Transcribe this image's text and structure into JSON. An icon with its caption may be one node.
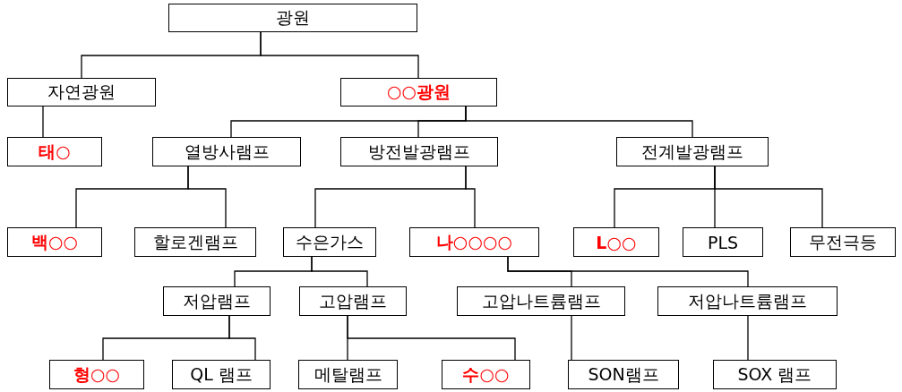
{
  "diagram": {
    "nodes": [
      {
        "text": [
          "광원"
        ]
      },
      {
        "text": [
          "자연광원"
        ]
      },
      {
        "text": [
          "○○광원"
        ]
      },
      {
        "text": [
          "태○"
        ]
      },
      {
        "text": [
          "열방사램프"
        ]
      },
      {
        "text": [
          "방전발광램프"
        ]
      },
      {
        "text": [
          "전계발광램프"
        ]
      },
      {
        "text": [
          "백○○"
        ]
      },
      {
        "text": [
          "할로겐램프"
        ]
      },
      {
        "text": [
          "수은가스"
        ]
      },
      {
        "text": [
          "나○○○○"
        ]
      },
      {
        "text": [
          "L○○"
        ]
      },
      {
        "text": [
          "PLS"
        ]
      },
      {
        "text": [
          "무전극등"
        ]
      },
      {
        "text": [
          "저압램프"
        ]
      },
      {
        "text": [
          "고압램프"
        ]
      },
      {
        "text": [
          "고압나트륨램프"
        ]
      },
      {
        "text": [
          "저압나트륨램프"
        ]
      },
      {
        "text": [
          "형○○"
        ]
      },
      {
        "text": [
          "QL 램프"
        ]
      },
      {
        "text": [
          "메탈램프"
        ]
      },
      {
        "text": [
          "수○○"
        ]
      },
      {
        "text": [
          "SON램프"
        ]
      },
      {
        "text": [
          "SOX 램프"
        ]
      }
    ],
    "edges": [
      {
        "from": 0,
        "to": 1,
        "arrow": "none"
      },
      {
        "from": 0,
        "to": 2,
        "arrow": "none"
      },
      {
        "from": 1,
        "to": 3,
        "arrow": "none"
      },
      {
        "from": 2,
        "to": 4,
        "arrow": "none"
      },
      {
        "from": 2,
        "to": 5,
        "arrow": "none"
      },
      {
        "from": 2,
        "to": 6,
        "arrow": "none"
      },
      {
        "from": 4,
        "to": 7,
        "arrow": "none"
      },
      {
        "from": 4,
        "to": 8,
        "arrow": "none"
      },
      {
        "from": 5,
        "to": 9,
        "arrow": "none"
      },
      {
        "from": 5,
        "to": 10,
        "arrow": "none"
      },
      {
        "from": 6,
        "to": 11,
        "arrow": "none"
      },
      {
        "from": 6,
        "to": 12,
        "arrow": "none"
      },
      {
        "from": 6,
        "to": 13,
        "arrow": "none"
      },
      {
        "from": 9,
        "to": 14,
        "arrow": "none"
      },
      {
        "from": 9,
        "to": 15,
        "arrow": "none"
      },
      {
        "from": 10,
        "to": 16,
        "arrow": "none"
      },
      {
        "from": 10,
        "to": 17,
        "arrow": "none"
      },
      {
        "from": 14,
        "to": 18,
        "arrow": "none"
      },
      {
        "from": 14,
        "to": 19,
        "arrow": "none"
      },
      {
        "from": 15,
        "to": 20,
        "arrow": "none"
      },
      {
        "from": 15,
        "to": 21,
        "arrow": "none"
      },
      {
        "from": 16,
        "to": 22,
        "arrow": "none"
      },
      {
        "from": 17,
        "to": 23,
        "arrow": "none"
      }
    ]
  }
}
